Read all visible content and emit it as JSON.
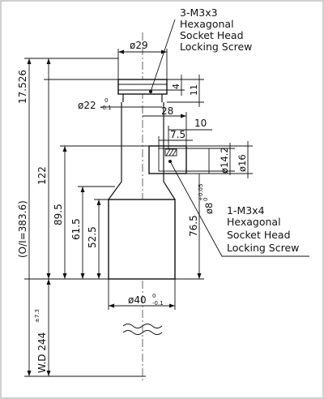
{
  "labels": {
    "screw_top_qty": "3-M3x3",
    "screw_top_l1": "Hexagonal",
    "screw_top_l2": "Socket Head",
    "screw_top_l3": "Locking Screw",
    "screw_side_qty": "1-M3x4",
    "screw_side_l1": "Hexagonal",
    "screw_side_l2": "Socket Head",
    "screw_side_l3": "Locking Screw"
  },
  "dimensions": {
    "d29": "ø29",
    "d22": "ø22",
    "d22_tol_upper": "0",
    "d22_tol_lower": "-0.1",
    "d40": "ø40",
    "d40_tol_upper": "0",
    "d40_tol_lower": "-0.1",
    "d8": "ø8",
    "d8_tol": "+0.05",
    "d8_tol_lower": "0",
    "d14_2": "ø14.2",
    "d16": "ø16",
    "h4": "4",
    "h11": "11",
    "w28": "28",
    "w10": "10",
    "w7_5": "7.5",
    "v17_526": "17.526",
    "v122": "122",
    "v89_5": "89.5",
    "v61_5": "61.5",
    "v52_5": "52.5",
    "v76_5": "76.5",
    "oi": "(O/I=383.6)",
    "wd": "W.D 244",
    "wd_tol": "±7.3"
  },
  "colors": {
    "line": "#111111",
    "border": "#bfbfbf",
    "background": "#ffffff"
  }
}
